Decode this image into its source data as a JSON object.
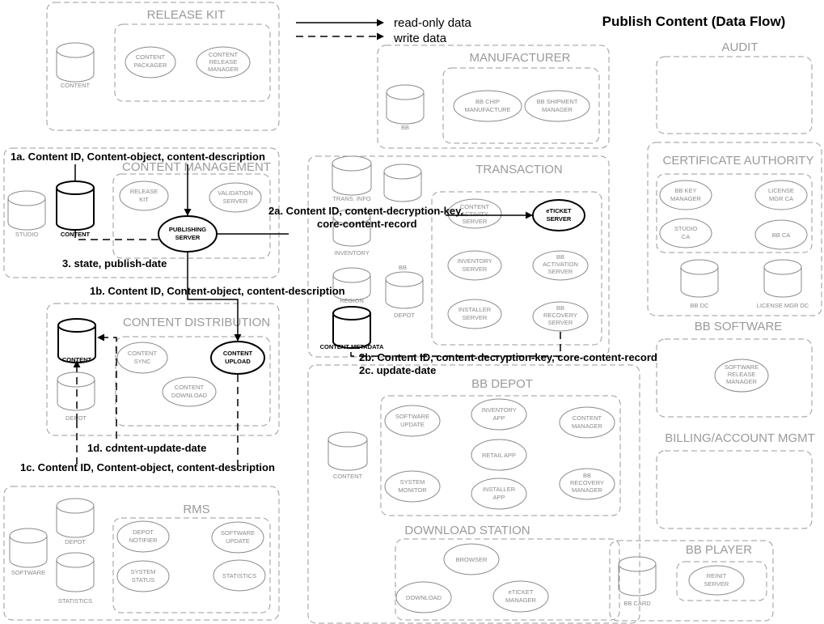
{
  "title": "Publish Content (Data Flow)",
  "legend": {
    "read_only": "read-only data",
    "write": "write data"
  },
  "boxes": {
    "release_kit": "RELEASE KIT",
    "manufacturer": "MANUFACTURER",
    "audit": "AUDIT",
    "content_management": "CONTENT MANAGEMENT",
    "transaction": "TRANSACTION",
    "certificate_authority": "CERTIFICATE AUTHORITY",
    "content_distribution": "CONTENT DISTRIBUTION",
    "bb_software": "BB SOFTWARE",
    "bb_depot": "BB DEPOT",
    "billing": "BILLING/ACCOUNT MGMT",
    "rms": "RMS",
    "download_station": "DOWNLOAD STATION",
    "bb_player": "BB PLAYER"
  },
  "nodes": {
    "rk_content": "CONTENT",
    "rk_packager": [
      "CONTENT",
      "PACKAGER"
    ],
    "rk_release_mgr": [
      "CONTENT",
      "RELEASE",
      "MANAGER"
    ],
    "mf_bb": "BB",
    "mf_chip": [
      "BB CHIP",
      "MANUFACTURE"
    ],
    "mf_shipment": [
      "BB SHIPMENT",
      "MANAGER"
    ],
    "cm_studio": "STUDIO",
    "cm_content": "CONTENT",
    "cm_release_kit": [
      "RELEASE",
      "KIT"
    ],
    "cm_validation": [
      "VALIDATION",
      "SERVER"
    ],
    "cm_publishing": [
      "PUBLISHING",
      "SERVER"
    ],
    "tx_trans_info": "TRANS. INFO",
    "tx_inventory": "INVENTORY",
    "tx_bb": "BB",
    "tx_region": "REGION",
    "tx_depot": "DEPOT",
    "tx_content_metadata": "CONTENT METADATA",
    "tx_content_activity": [
      "CONTENT",
      "ACTIVITY",
      "SERVER"
    ],
    "tx_eticket": [
      "eTICKET",
      "SERVER"
    ],
    "tx_inventory_server": [
      "INVENTORY",
      "SERVER"
    ],
    "tx_bb_activation": [
      "BB",
      "ACTIVATION",
      "SERVER"
    ],
    "tx_installer": [
      "INSTALLER",
      "SERVER"
    ],
    "tx_bb_recovery": [
      "BB",
      "RECOVERY",
      "SERVER"
    ],
    "ca_bb_key": [
      "BB KEY",
      "MANAGER"
    ],
    "ca_license_mgr_ca": [
      "LICENSE",
      "MGR CA"
    ],
    "ca_studio_ca": [
      "STUDIO",
      "CA"
    ],
    "ca_bb_ca": "BB CA",
    "ca_bb_dc": "BB DC",
    "ca_license_mgr_dc": "LICENSE MGR DC",
    "cd_content": "CONTENT",
    "cd_depot": "DEPOT",
    "cd_sync": [
      "CONTENT",
      "SYNC"
    ],
    "cd_upload": [
      "CONTENT",
      "UPLOAD"
    ],
    "cd_download": [
      "CONTENT",
      "DOWNLOAD"
    ],
    "sw_release_mgr": [
      "SOFTWARE",
      "RELEASE",
      "MANAGER"
    ],
    "dp_content": "CONTENT",
    "dp_software_update": [
      "SOFTWARE",
      "UPDATE"
    ],
    "dp_inventory_app": [
      "INVENTORY",
      "APP"
    ],
    "dp_content_manager": [
      "CONTENT",
      "MANAGER"
    ],
    "dp_retail_app": "RETAIL APP",
    "dp_system_monitor": [
      "SYSTEM",
      "MONITOR"
    ],
    "dp_installer_app": [
      "INSTALLER",
      "APP"
    ],
    "dp_bb_recovery": [
      "BB",
      "RECOVERY",
      "MANAGER"
    ],
    "rms_software": "SOFTWARE",
    "rms_depot": "DEPOT",
    "rms_statistics_db": "STATISTICS",
    "rms_depot_notifier": [
      "DEPOT",
      "NOTIFIER"
    ],
    "rms_software_update": [
      "SOFTWARE",
      "UPDATE"
    ],
    "rms_system_status": [
      "SYSTEM",
      "STATUS"
    ],
    "rms_statistics": "STATISTICS",
    "ds_browser": "BROWSER",
    "ds_download": "DOWNLOAD",
    "ds_eticket_mgr": [
      "eTICKET",
      "MANAGER"
    ],
    "bp_bb_card": "BB CARD",
    "bp_reinit": [
      "REINIT",
      "SERVER"
    ]
  },
  "flows": {
    "f1a": "1a. Content ID, Content-object, content-description",
    "f3": "3. state, publish-date",
    "f2a_line1": "2a. Content ID, content-decryption-key,",
    "f2a_line2": "core-content-record",
    "f1b": "1b. Content ID, Content-object, content-description",
    "f2b": "2b. Content ID, content-decryption-key, core-content-record",
    "f2c": "2c. update-date",
    "f1d": "1d. content-update-date",
    "f1c": "1c. Content ID, Content-object, content-description"
  }
}
